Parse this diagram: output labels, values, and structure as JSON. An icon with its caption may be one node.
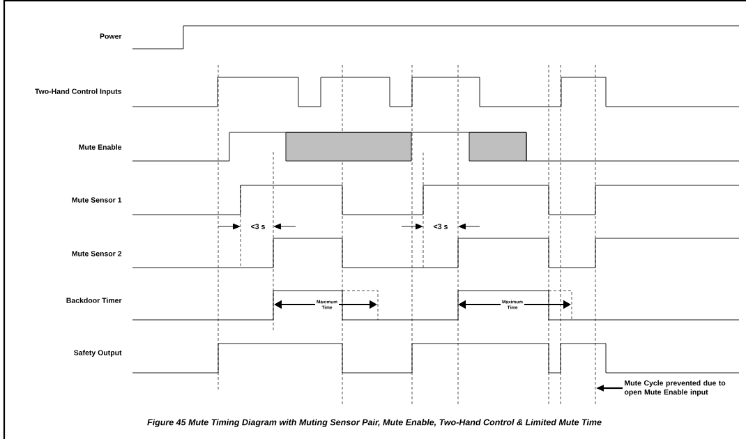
{
  "diagram": {
    "caption": "Figure 45  Mute Timing Diagram with Muting Sensor Pair, Mute Enable, Two-Hand Control & Limited Mute Time",
    "nodes": [
      {
        "text": [
          "Mute Cycle prevented due to open Mute Enable input"
        ]
      },
      {
        "text": [],
        "shape": "line"
      }
    ],
    "edges": [
      {
        "from": 0,
        "to": 1,
        "arrow": "to"
      }
    ],
    "labels": [
      "Power",
      "Two-Hand Control Inputs",
      "Mute Enable",
      "Mute Sensor 1",
      "Mute Sensor 2",
      "Backdoor Timer",
      "Safety Output",
      "<3 s",
      "<3 s",
      "Maximum Time",
      "Maximum Time"
    ]
  }
}
